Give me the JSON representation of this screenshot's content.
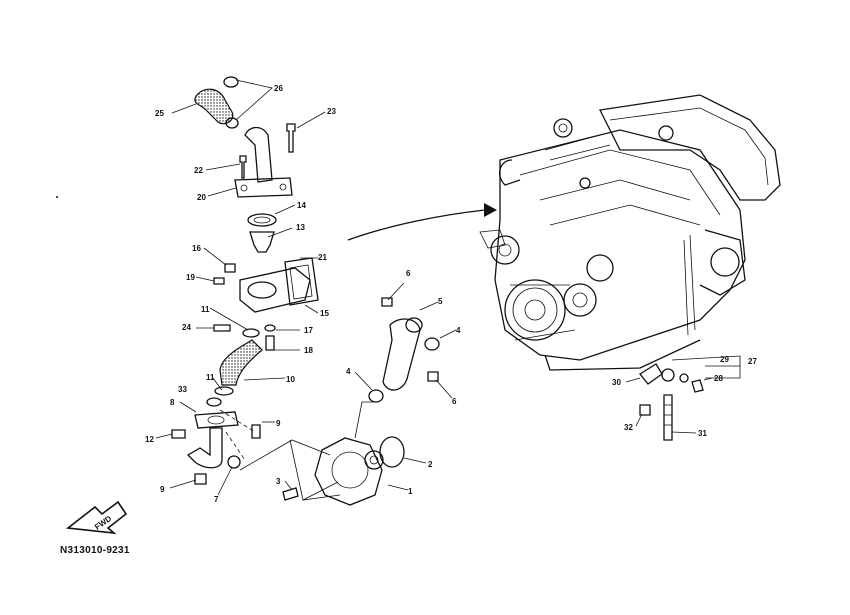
{
  "drawing_code": "N313010-9231",
  "fwd_label": "FWD",
  "callouts": [
    {
      "id": "c1",
      "text": "1"
    },
    {
      "id": "c2",
      "text": "2"
    },
    {
      "id": "c3",
      "text": "3"
    },
    {
      "id": "c4a",
      "text": "4"
    },
    {
      "id": "c4b",
      "text": "4"
    },
    {
      "id": "c5",
      "text": "5"
    },
    {
      "id": "c6a",
      "text": "6"
    },
    {
      "id": "c6b",
      "text": "6"
    },
    {
      "id": "c7",
      "text": "7"
    },
    {
      "id": "c8",
      "text": "8"
    },
    {
      "id": "c9a",
      "text": "9"
    },
    {
      "id": "c9b",
      "text": "9"
    },
    {
      "id": "c10",
      "text": "10"
    },
    {
      "id": "c11a",
      "text": "11"
    },
    {
      "id": "c11b",
      "text": "11"
    },
    {
      "id": "c12",
      "text": "12"
    },
    {
      "id": "c13",
      "text": "13"
    },
    {
      "id": "c14",
      "text": "14"
    },
    {
      "id": "c15",
      "text": "15"
    },
    {
      "id": "c16",
      "text": "16"
    },
    {
      "id": "c17",
      "text": "17"
    },
    {
      "id": "c18",
      "text": "18"
    },
    {
      "id": "c19",
      "text": "19"
    },
    {
      "id": "c20",
      "text": "20"
    },
    {
      "id": "c21",
      "text": "21"
    },
    {
      "id": "c22",
      "text": "22"
    },
    {
      "id": "c23",
      "text": "23"
    },
    {
      "id": "c24",
      "text": "24"
    },
    {
      "id": "c25",
      "text": "25"
    },
    {
      "id": "c26",
      "text": "26"
    },
    {
      "id": "c27",
      "text": "27"
    },
    {
      "id": "c28",
      "text": "28"
    },
    {
      "id": "c29",
      "text": "29"
    },
    {
      "id": "c30",
      "text": "30"
    },
    {
      "id": "c31",
      "text": "31"
    },
    {
      "id": "c32",
      "text": "32"
    },
    {
      "id": "c33",
      "text": "33"
    }
  ]
}
